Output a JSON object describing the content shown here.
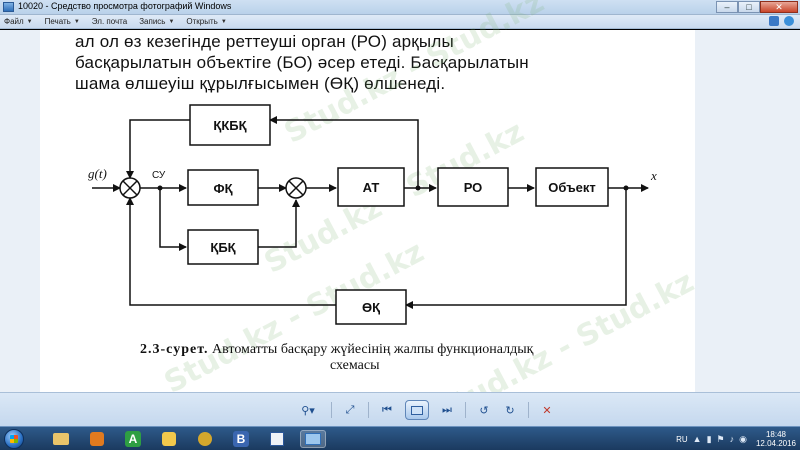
{
  "window": {
    "title": "10020 - Средство просмотра фотографий Windows",
    "controls": {
      "minimize": "–",
      "maximize": "□",
      "close": "✕"
    }
  },
  "menu": {
    "items": [
      {
        "label": "Файл"
      },
      {
        "label": "Печать"
      },
      {
        "label": "Эл. почта"
      },
      {
        "label": "Запись"
      },
      {
        "label": "Открыть"
      }
    ]
  },
  "document": {
    "paragraph_lines": [
      "ал ол өз кезегінде реттеуші орган (РО) арқылы",
      "басқарылатын объектіге (БО) әсер етеді. Басқарылатын",
      "шама өлшеуіш құрылғысымен (ӨҚ) өлшенеді."
    ],
    "diagram": {
      "input_label": "g(t)",
      "su_label": "СУ",
      "output_label": "x",
      "blocks": {
        "kkbk": "ҚКБҚ",
        "fk": "ФҚ",
        "at": "АТ",
        "ro": "РО",
        "object": "Объект",
        "kbk": "ҚБҚ",
        "ok": "ӨҚ"
      }
    },
    "caption_number": "2.3-сурет.",
    "caption_text": "Автоматты басқару жүйесінің жалпы функционалдық",
    "caption_text2": "схемасы",
    "watermark": "Stud.kz - Stud.kz"
  },
  "playback": {
    "zoom": "⚲▾",
    "fit": "⤢",
    "prev": "⏮",
    "slideshow": "▭",
    "next": "⏭",
    "rotate_ccw": "↺",
    "rotate_cw": "↻",
    "delete": "✕"
  },
  "taskbar": {
    "lang": "RU",
    "time": "18:48",
    "date": "12.04.2016",
    "apps": [
      "explorer",
      "media",
      "A",
      "music",
      "settings",
      "B",
      "word",
      "photo-viewer"
    ]
  },
  "colors": {
    "titlebar": "#b9d1ea",
    "taskbar": "#1b3a5f",
    "watermark": "#78b46e"
  }
}
